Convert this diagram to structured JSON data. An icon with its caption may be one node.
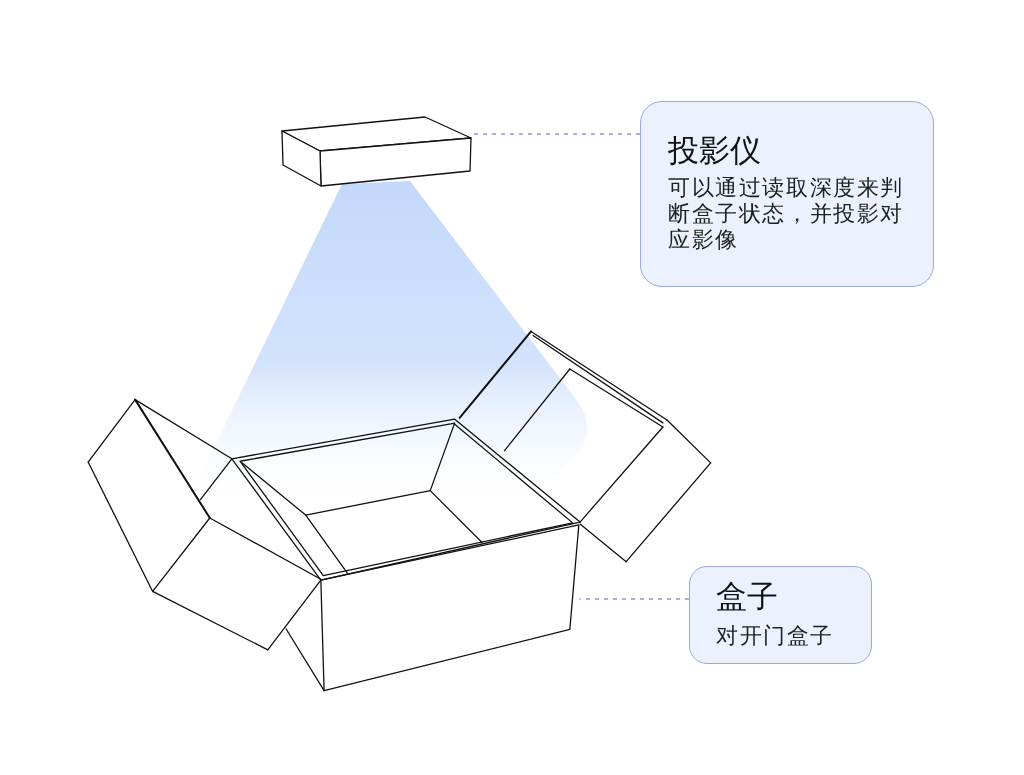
{
  "diagram": {
    "nodes": [
      {
        "text": [],
        "shape": "box"
      },
      {
        "text": [
          "投影仪",
          "可以通过读取深度来判断盒子状态，并投影对应影像"
        ]
      },
      {
        "text": [],
        "shape": "cone"
      },
      {
        "text": [],
        "shape": "box"
      },
      {
        "text": [
          "盒子",
          "对开门盒子"
        ]
      }
    ],
    "edges": [
      {
        "from": 1,
        "to": 0,
        "arrow": "none",
        "style": "dashed"
      },
      {
        "from": 4,
        "to": 3,
        "arrow": "none",
        "style": "dashed"
      }
    ]
  }
}
